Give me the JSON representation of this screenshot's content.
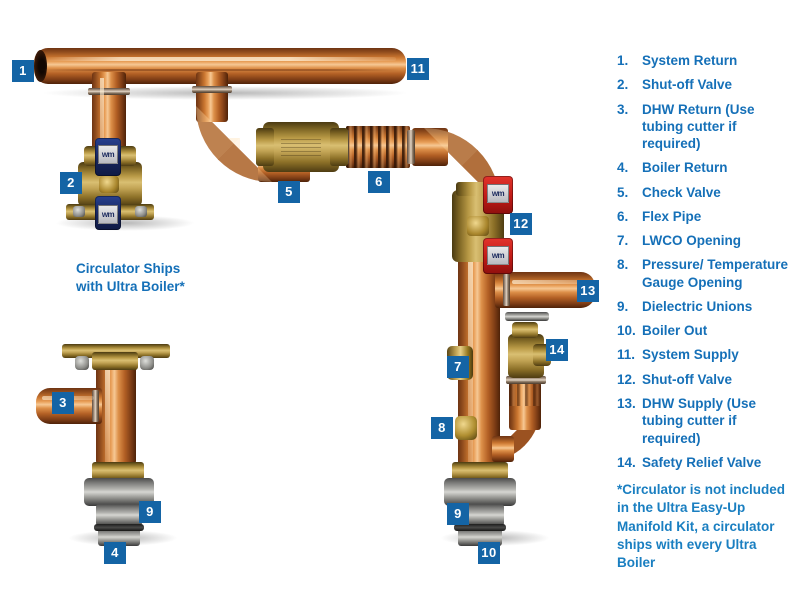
{
  "legend": {
    "items": [
      {
        "num": "1.",
        "label": "System Return"
      },
      {
        "num": "2.",
        "label": "Shut-off Valve"
      },
      {
        "num": "3.",
        "label": "DHW Return (Use tubing cutter if required)"
      },
      {
        "num": "4.",
        "label": "Boiler Return"
      },
      {
        "num": "5.",
        "label": "Check Valve"
      },
      {
        "num": "6.",
        "label": "Flex Pipe"
      },
      {
        "num": "7.",
        "label": "LWCO Opening"
      },
      {
        "num": "8.",
        "label": "Pressure/ Temperature Gauge Opening"
      },
      {
        "num": "9.",
        "label": "Dielectric Unions"
      },
      {
        "num": "10.",
        "label": "Boiler Out"
      },
      {
        "num": "11.",
        "label": "System Supply"
      },
      {
        "num": "12.",
        "label": "Shut-off Valve"
      },
      {
        "num": "13.",
        "label": "DHW Supply (Use tubing cutter if required)"
      },
      {
        "num": "14.",
        "label": "Safety Relief Valve"
      }
    ]
  },
  "footnote": "*Circulator is not included in the Ultra Easy-Up Manifold Kit, a circulator ships with every Ultra Boiler",
  "circulator_note": "Circulator Ships with Ultra Boiler*",
  "badges": {
    "b1": "1",
    "b2": "2",
    "b3": "3",
    "b4": "4",
    "b5": "5",
    "b6": "6",
    "b7": "7",
    "b8": "8",
    "b9a": "9",
    "b9b": "9",
    "b10": "10",
    "b11": "11",
    "b12": "12",
    "b13": "13",
    "b14": "14"
  },
  "valve_logo": "wm",
  "colors": {
    "badge_blue": "#1464a5",
    "legend_blue": "#1570b8",
    "footnote_blue": "#1a7fc1",
    "valve_handle_blue": "#17255c",
    "valve_handle_red": "#c01a16",
    "copper": "#c9752f",
    "brass": "#b99a46",
    "steel": "#9d9d99",
    "background": "#ffffff"
  }
}
